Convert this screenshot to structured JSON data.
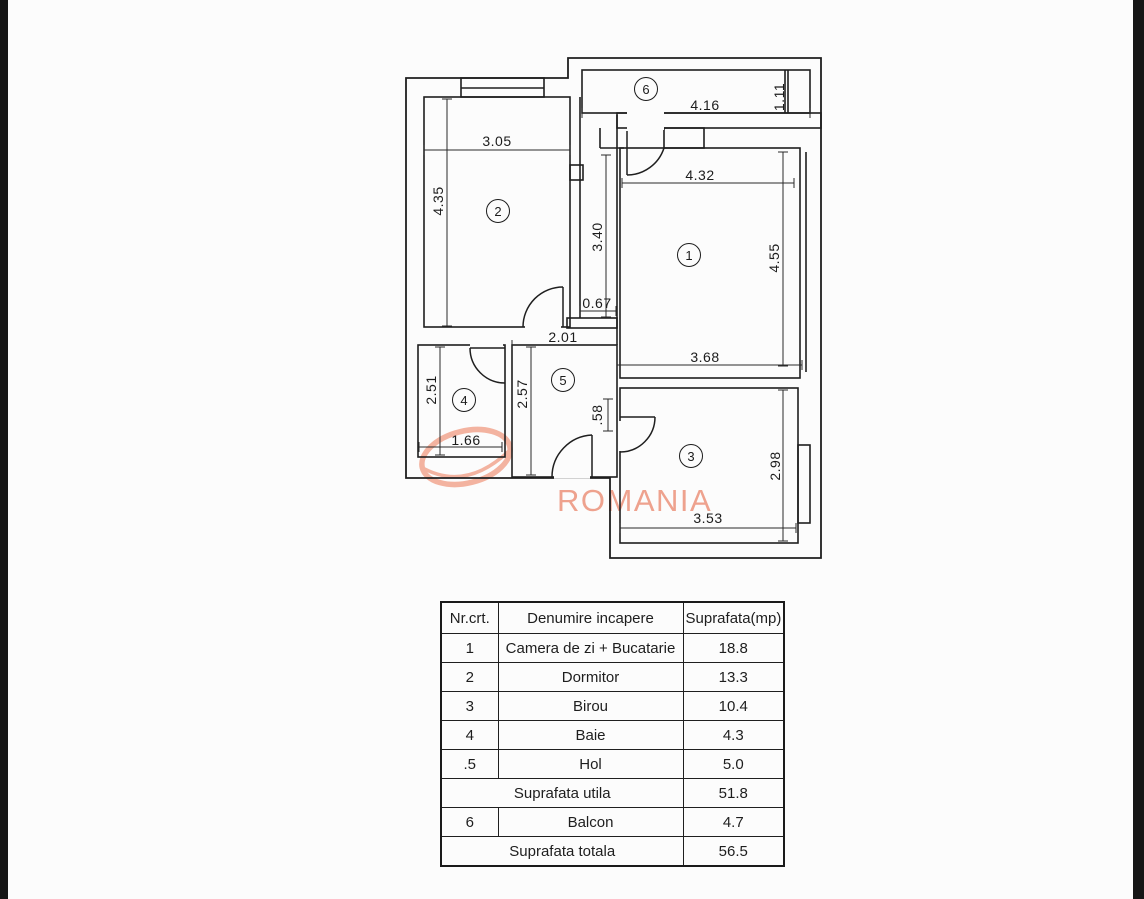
{
  "floor_plan": {
    "watermark": {
      "text": "ROMANIA",
      "color": "#eea28e"
    },
    "room_numbers": {
      "r1": "1",
      "r2": "2",
      "r3": "3",
      "r4": "4",
      "r5": "5",
      "r6": "6"
    },
    "dimensions": {
      "d305": "3.05",
      "d435": "4.35",
      "d416": "4.16",
      "d111": "1.11",
      "d432": "4.32",
      "d340": "3.40",
      "d455": "4.55",
      "d067": "0.67",
      "d201": "2.01",
      "d368": "3.68",
      "d251": "2.51",
      "d166": "1.66",
      "d257": "2.57",
      "d58": ".58",
      "d298": "2.98",
      "d353": "3.53"
    }
  },
  "table": {
    "headers": [
      "Nr.crt.",
      "Denumire incapere",
      "Suprafata(mp)"
    ],
    "rows": [
      {
        "nr": "1",
        "name": "Camera de zi + Bucatarie",
        "area": "18.8"
      },
      {
        "nr": "2",
        "name": "Dormitor",
        "area": "13.3"
      },
      {
        "nr": "3",
        "name": "Birou",
        "area": "10.4"
      },
      {
        "nr": "4",
        "name": "Baie",
        "area": "4.3"
      },
      {
        "nr": ".5",
        "name": "Hol",
        "area": "5.0"
      }
    ],
    "subtotal": {
      "label": "Suprafata utila",
      "area": "51.8"
    },
    "balcony_row": {
      "nr": "6",
      "name": "Balcon",
      "area": "4.7"
    },
    "total": {
      "label": "Suprafata totala",
      "area": "56.5"
    }
  }
}
